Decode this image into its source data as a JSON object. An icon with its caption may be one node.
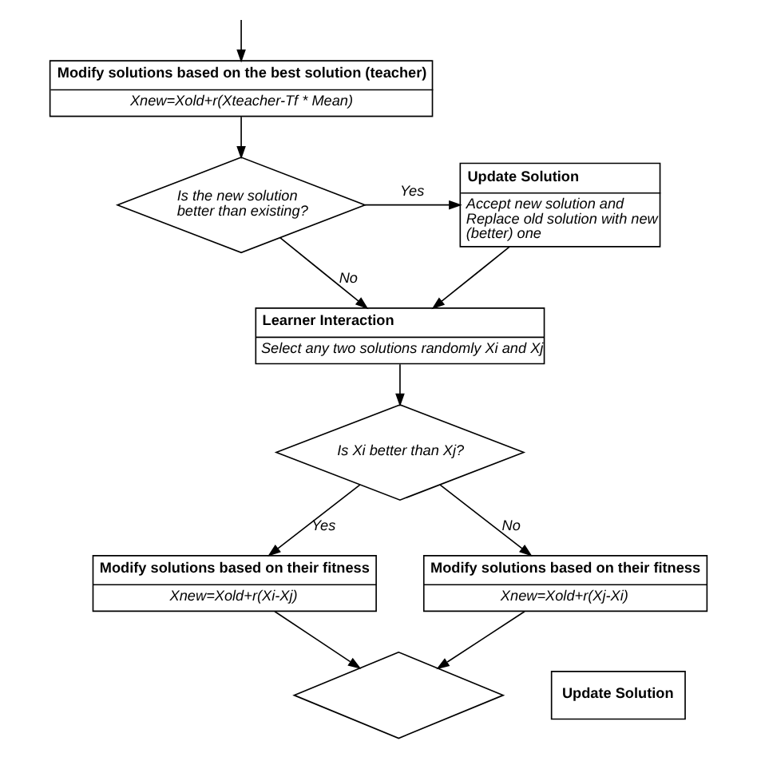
{
  "diagram": {
    "nodes": [
      {
        "text": [
          "Modify solutions based on the best solution (teacher)",
          "Xnew=Xold+r(Xteacher-Tf * Mean)"
        ]
      },
      {
        "text": [
          "Is the new solution better than existing?"
        ]
      },
      {
        "text": [
          "Update Solution",
          "Accept new solution and Replace old solution with new (better) one"
        ]
      },
      {
        "text": [
          "Learner Interaction",
          "Select any two solutions randomly Xi and Xj"
        ]
      },
      {
        "text": [
          "Is Xi better than Xj?"
        ]
      },
      {
        "text": [
          "Modify solutions based on their fitness",
          "Xnew=Xold+r(Xi-Xj)"
        ]
      },
      {
        "text": [
          "Modify solutions based on their fitness",
          "Xnew=Xold+r(Xj-Xi)"
        ]
      },
      {
        "text": [],
        "shape": "diamond"
      },
      {
        "text": [
          "Update Solution"
        ]
      }
    ],
    "edges": [
      {
        "from": null,
        "to": 0,
        "arrow": "to"
      },
      {
        "from": 0,
        "to": 1,
        "arrow": "to"
      },
      {
        "from": 1,
        "to": 2,
        "arrow": "to",
        "label": "Yes"
      },
      {
        "from": 1,
        "to": 3,
        "arrow": "to",
        "label": "No"
      },
      {
        "from": 2,
        "to": 3,
        "arrow": "to"
      },
      {
        "from": 3,
        "to": 4,
        "arrow": "to"
      },
      {
        "from": 4,
        "to": 5,
        "arrow": "to",
        "label": "Yes"
      },
      {
        "from": 4,
        "to": 6,
        "arrow": "to",
        "label": "No"
      },
      {
        "from": 5,
        "to": 7,
        "arrow": "to"
      },
      {
        "from": 6,
        "to": 7,
        "arrow": "to"
      }
    ]
  }
}
